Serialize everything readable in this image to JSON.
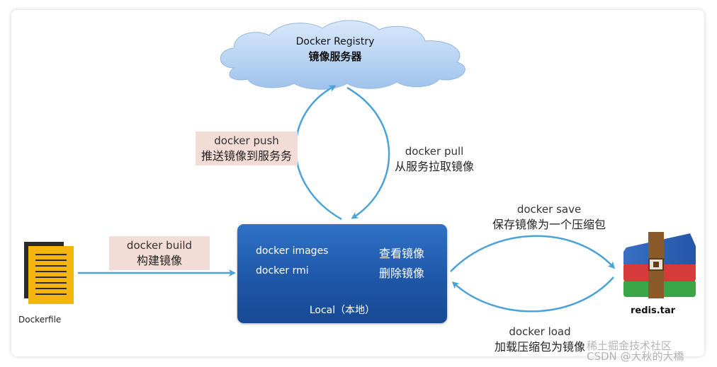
{
  "registry": {
    "title": "Docker Registry",
    "subtitle": "镜像服务器"
  },
  "push": {
    "cmd": "docker push",
    "desc": "推送镜像到服务务"
  },
  "pull": {
    "cmd": "docker pull",
    "desc": "从服务拉取镜像"
  },
  "build": {
    "cmd": "docker build",
    "desc": "构建镜像"
  },
  "local": {
    "cmd_images": "docker images",
    "desc_images": "查看镜像",
    "cmd_rmi": "docker rmi",
    "desc_rmi": "删除镜像",
    "title": "Local（本地）"
  },
  "save": {
    "cmd": "docker save",
    "desc": "保存镜像为一个压缩包"
  },
  "load": {
    "cmd": "docker load",
    "desc": "加载压缩包为镜像"
  },
  "dockerfile": {
    "label": "Dockerfile"
  },
  "tar": {
    "label": "redis.tar"
  },
  "watermark": "稀土掘金技术社区\nCSDN @大秋的大橋",
  "colors": {
    "arrow": "#4aa3d8",
    "local_box": "#2163b0",
    "label_bg": "#f3dcd6",
    "cloud": "#b9d4f1"
  },
  "icons": [
    "cloud-icon",
    "document-icon",
    "archive-icon"
  ]
}
